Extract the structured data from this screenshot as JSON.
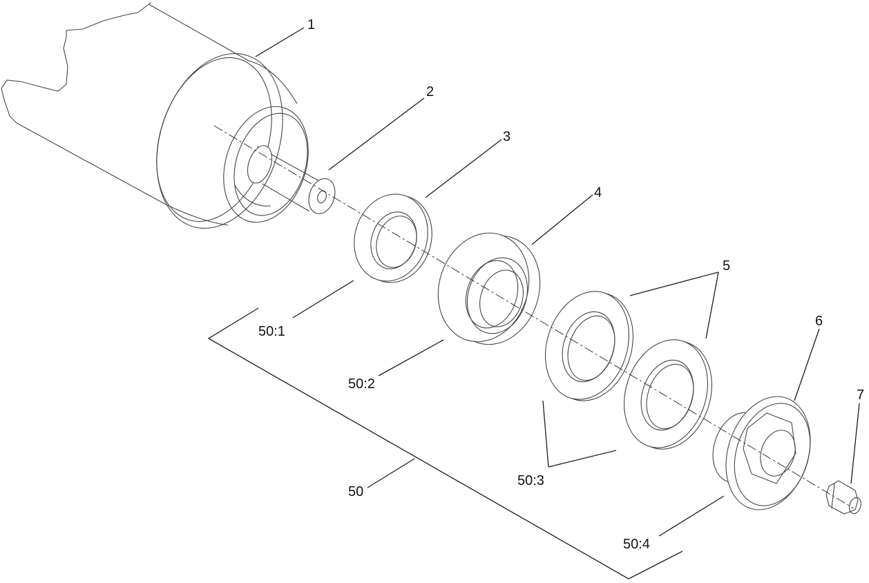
{
  "callouts": {
    "p1": "1",
    "p2": "2",
    "p3": "3",
    "p4": "4",
    "p5": "5",
    "p6": "6",
    "p7": "7",
    "a50": "50",
    "a50_1": "50:1",
    "a50_2": "50:2",
    "a50_3": "50:3",
    "a50_4": "50:4"
  }
}
